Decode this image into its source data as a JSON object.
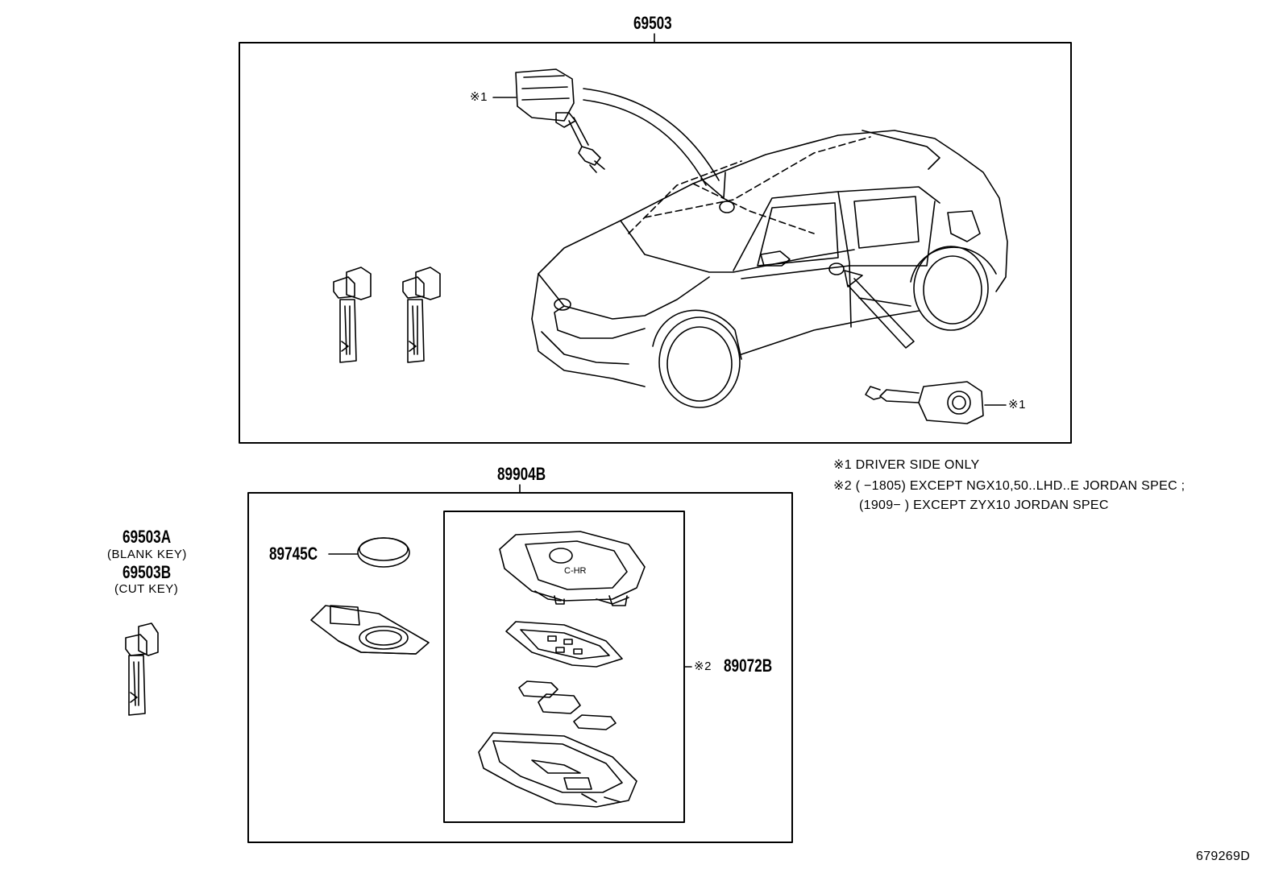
{
  "parts": {
    "lock_set": "69503",
    "smart_key_set": "89904B",
    "battery": "89745C",
    "transmitter": "89072B",
    "blank_key_code": "69503A",
    "blank_key_desc": "(BLANK KEY)",
    "cut_key_code": "69503B",
    "cut_key_desc": "(CUT KEY)"
  },
  "marks": {
    "door_cylinder_top": "※1",
    "ignition_cylinder": "※1",
    "transmitter_mark": "※2"
  },
  "fob_logo": "C-HR",
  "notes": {
    "note1": "※1 DRIVER SIDE ONLY",
    "note2_line1": "※2 (        −1805) EXCEPT NGX10,50..LHD..E JORDAN SPEC ;",
    "note2_line2": "(1909−        ) EXCEPT ZYX10 JORDAN SPEC"
  },
  "diagram_id": "679269D"
}
